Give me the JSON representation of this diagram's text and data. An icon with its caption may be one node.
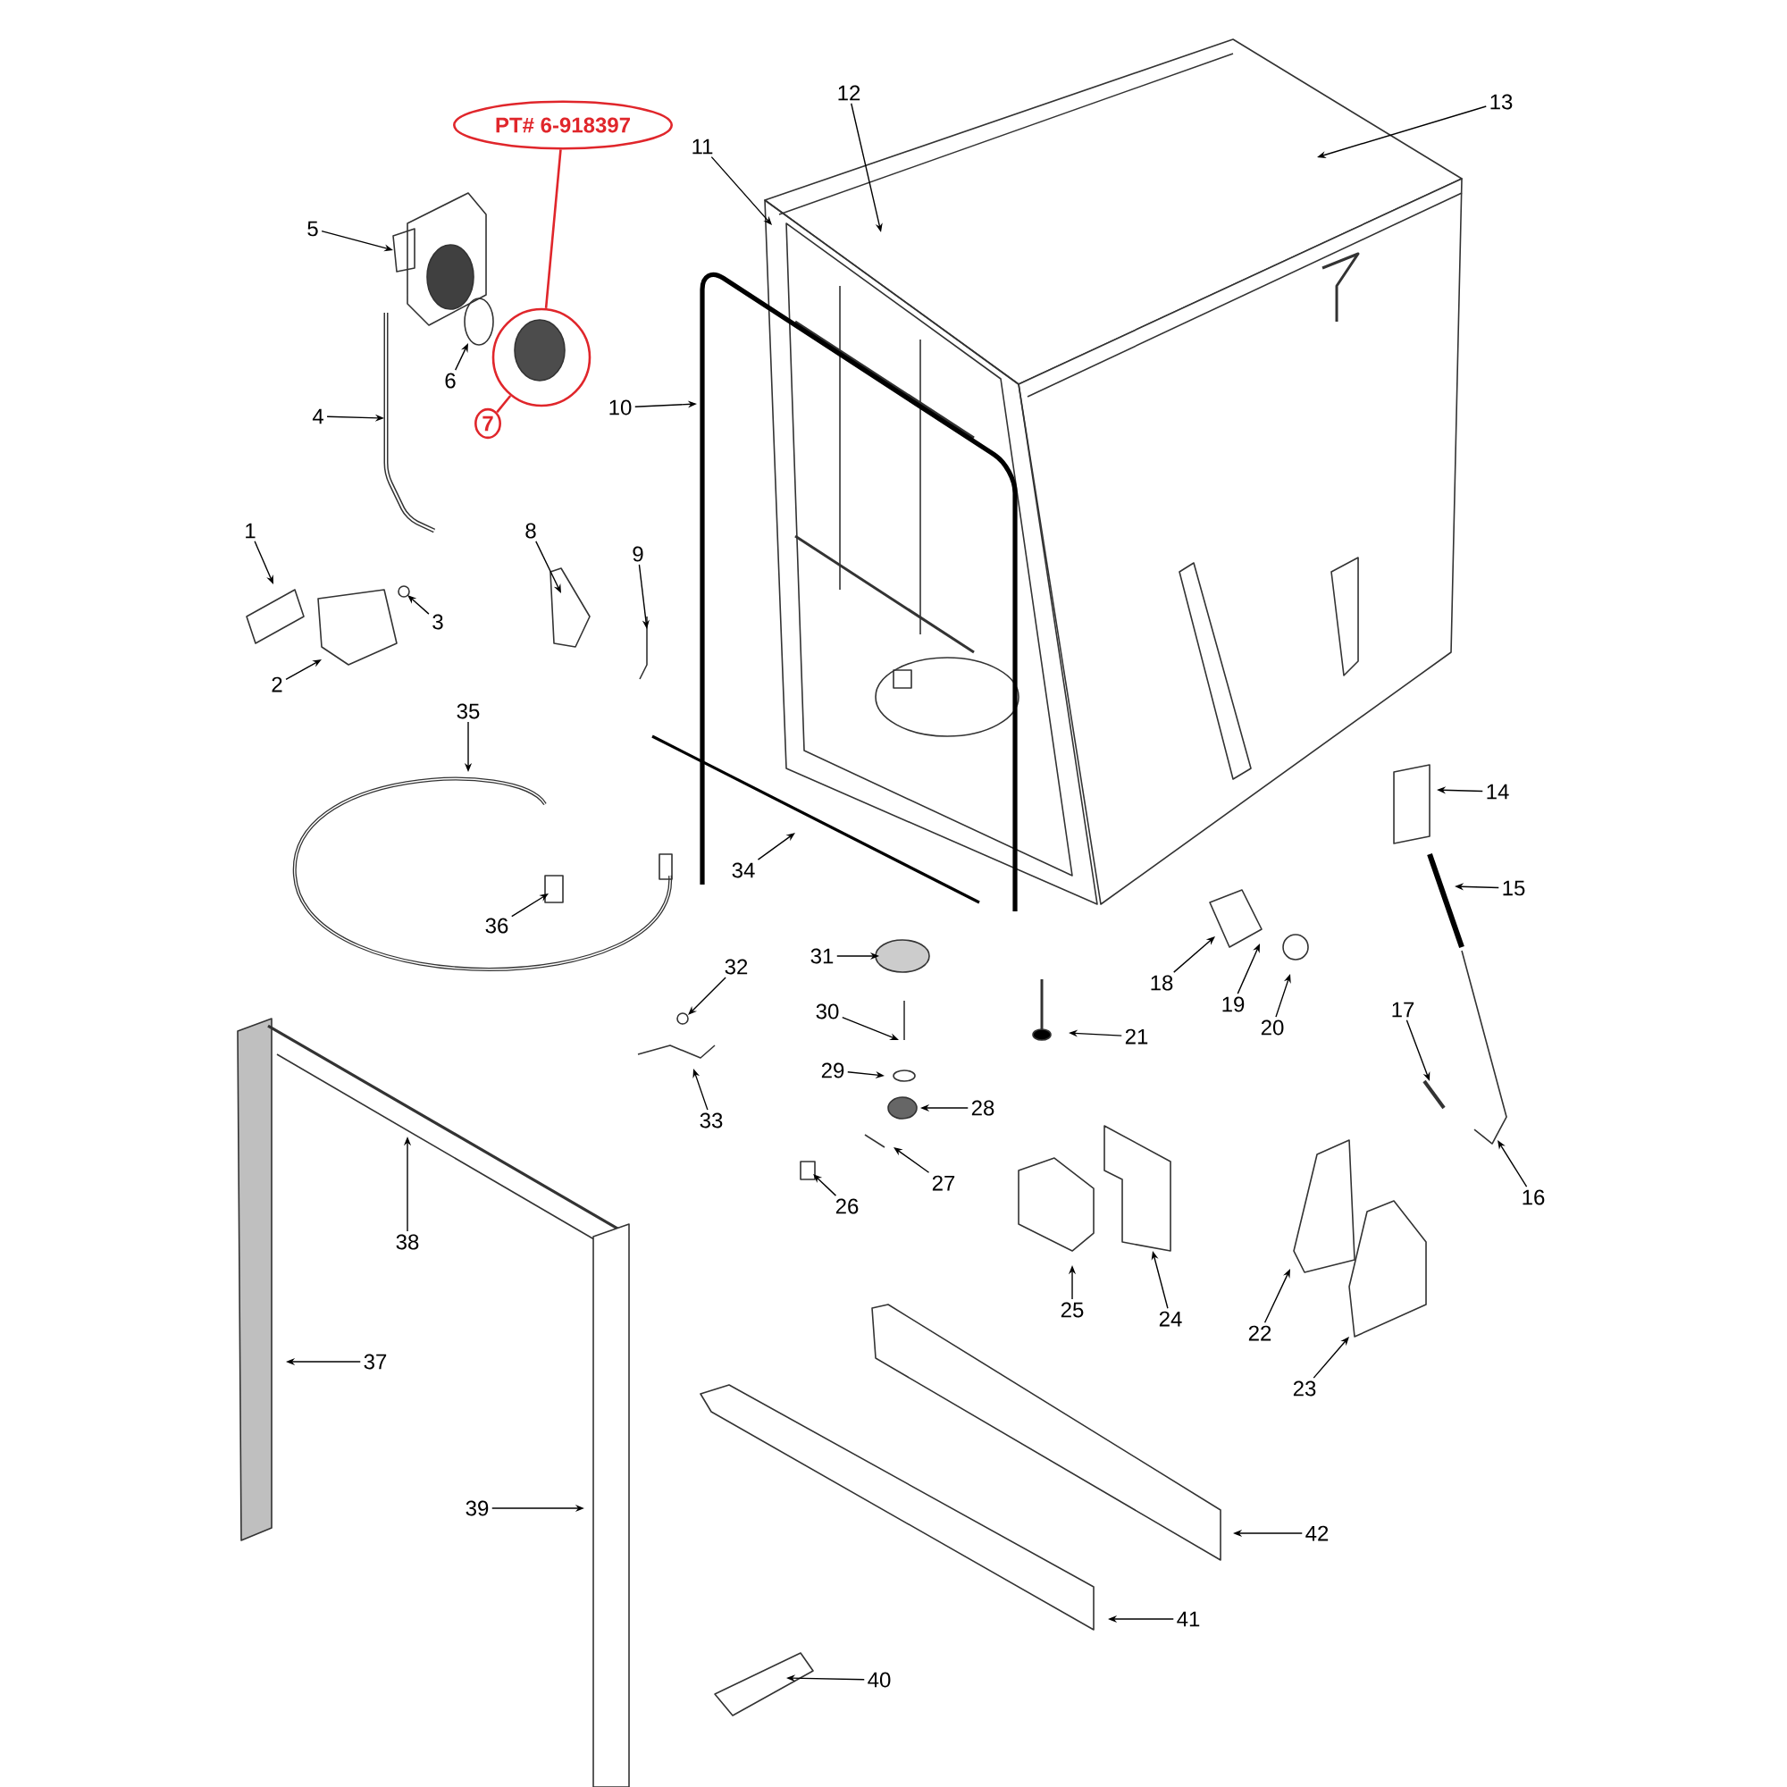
{
  "diagram": {
    "nodes": [
      {
        "text": [
          "1"
        ]
      },
      {
        "text": [
          "2"
        ]
      },
      {
        "text": [
          "3"
        ]
      },
      {
        "text": [
          "4"
        ]
      },
      {
        "text": [
          "5"
        ]
      },
      {
        "text": [
          "6"
        ]
      },
      {
        "text": [
          "7"
        ]
      },
      {
        "text": [
          "8"
        ]
      },
      {
        "text": [
          "9"
        ]
      },
      {
        "text": [
          "10"
        ]
      },
      {
        "text": [
          "11"
        ]
      },
      {
        "text": [
          "12"
        ]
      },
      {
        "text": [
          "13"
        ]
      },
      {
        "text": [
          "14"
        ]
      },
      {
        "text": [
          "15"
        ]
      },
      {
        "text": [
          "16"
        ]
      },
      {
        "text": [
          "17"
        ]
      },
      {
        "text": [
          "18"
        ]
      },
      {
        "text": [
          "19"
        ]
      },
      {
        "text": [
          "20"
        ]
      },
      {
        "text": [
          "21"
        ]
      },
      {
        "text": [
          "22"
        ]
      },
      {
        "text": [
          "23"
        ]
      },
      {
        "text": [
          "24"
        ]
      },
      {
        "text": [
          "25"
        ]
      },
      {
        "text": [
          "26"
        ]
      },
      {
        "text": [
          "27"
        ]
      },
      {
        "text": [
          "28"
        ]
      },
      {
        "text": [
          "29"
        ]
      },
      {
        "text": [
          "30"
        ]
      },
      {
        "text": [
          "31"
        ]
      },
      {
        "text": [
          "32"
        ]
      },
      {
        "text": [
          "33"
        ]
      },
      {
        "text": [
          "34"
        ]
      },
      {
        "text": [
          "35"
        ]
      },
      {
        "text": [
          "36"
        ]
      },
      {
        "text": [
          "37"
        ]
      },
      {
        "text": [
          "38"
        ]
      },
      {
        "text": [
          "39"
        ]
      },
      {
        "text": [
          "40"
        ]
      },
      {
        "text": [
          "41"
        ]
      },
      {
        "text": [
          "42"
        ]
      },
      {
        "text": [
          "PT# 6-918397"
        ]
      },
      {
        "text": [],
        "shape": "circle"
      }
    ],
    "edges": [
      {
        "from": 0,
        "to": null,
        "arrow": "to"
      },
      {
        "from": 1,
        "to": null,
        "arrow": "to"
      },
      {
        "from": 2,
        "to": null,
        "arrow": "to"
      },
      {
        "from": 3,
        "to": null,
        "arrow": "to"
      },
      {
        "from": 4,
        "to": null,
        "arrow": "to"
      },
      {
        "from": 5,
        "to": null,
        "arrow": "to"
      },
      {
        "from": 6,
        "to": 43,
        "arrow": "none",
        "color": "#e0262b"
      },
      {
        "from": 7,
        "to": null,
        "arrow": "to"
      },
      {
        "from": 8,
        "to": null,
        "arrow": "to"
      },
      {
        "from": 9,
        "to": null,
        "arrow": "to"
      },
      {
        "from": 10,
        "to": null,
        "arrow": "to"
      },
      {
        "from": 11,
        "to": null,
        "arrow": "to"
      },
      {
        "from": 12,
        "to": null,
        "arrow": "to"
      },
      {
        "from": 13,
        "to": null,
        "arrow": "to"
      },
      {
        "from": 14,
        "to": null,
        "arrow": "to"
      },
      {
        "from": 15,
        "to": null,
        "arrow": "to"
      },
      {
        "from": 16,
        "to": null,
        "arrow": "to"
      },
      {
        "from": 17,
        "to": null,
        "arrow": "to"
      },
      {
        "from": 18,
        "to": null,
        "arrow": "to"
      },
      {
        "from": 19,
        "to": null,
        "arrow": "to"
      },
      {
        "from": 20,
        "to": null,
        "arrow": "to"
      },
      {
        "from": 21,
        "to": null,
        "arrow": "to"
      },
      {
        "from": 22,
        "to": null,
        "arrow": "to"
      },
      {
        "from": 23,
        "to": null,
        "arrow": "to"
      },
      {
        "from": 24,
        "to": null,
        "arrow": "to"
      },
      {
        "from": 25,
        "to": null,
        "arrow": "to"
      },
      {
        "from": 26,
        "to": null,
        "arrow": "to"
      },
      {
        "from": 27,
        "to": null,
        "arrow": "to"
      },
      {
        "from": 28,
        "to": null,
        "arrow": "to"
      },
      {
        "from": 29,
        "to": null,
        "arrow": "to"
      },
      {
        "from": 30,
        "to": null,
        "arrow": "to"
      },
      {
        "from": 31,
        "to": null,
        "arrow": "to"
      },
      {
        "from": 32,
        "to": null,
        "arrow": "to"
      },
      {
        "from": 33,
        "to": null,
        "arrow": "to"
      },
      {
        "from": 34,
        "to": null,
        "arrow": "to"
      },
      {
        "from": 35,
        "to": null,
        "arrow": "to"
      },
      {
        "from": 36,
        "to": null,
        "arrow": "to"
      },
      {
        "from": 37,
        "to": null,
        "arrow": "to"
      },
      {
        "from": 38,
        "to": null,
        "arrow": "to"
      },
      {
        "from": 39,
        "to": null,
        "arrow": "to"
      },
      {
        "from": 40,
        "to": null,
        "arrow": "to"
      },
      {
        "from": 41,
        "to": null,
        "arrow": "to"
      },
      {
        "from": 42,
        "to": 43,
        "arrow": "none",
        "color": "#e0262b"
      }
    ]
  }
}
